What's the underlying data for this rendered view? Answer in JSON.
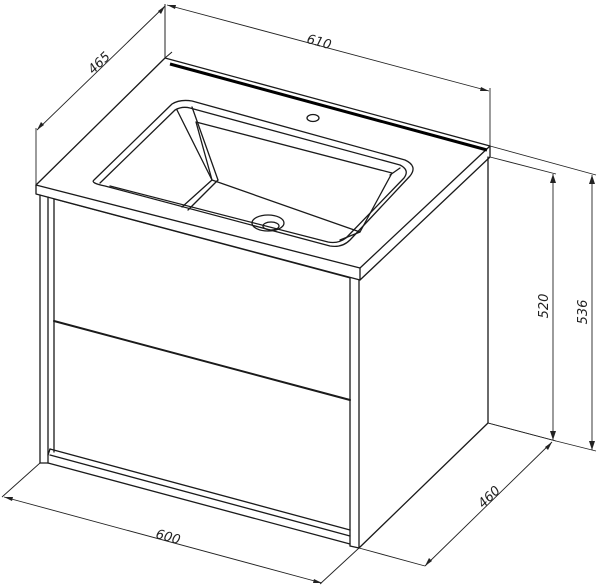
{
  "drawing": {
    "subject": "Vanity unit with integrated basin and two drawers (isometric)",
    "units": "mm"
  },
  "dimensions": {
    "countertop_width": "610",
    "countertop_depth": "465",
    "cabinet_width": "600",
    "cabinet_depth": "460",
    "cabinet_height": "520",
    "total_height": "536"
  },
  "colors": {
    "background": "#ffffff",
    "line": "#1a1a1a"
  }
}
